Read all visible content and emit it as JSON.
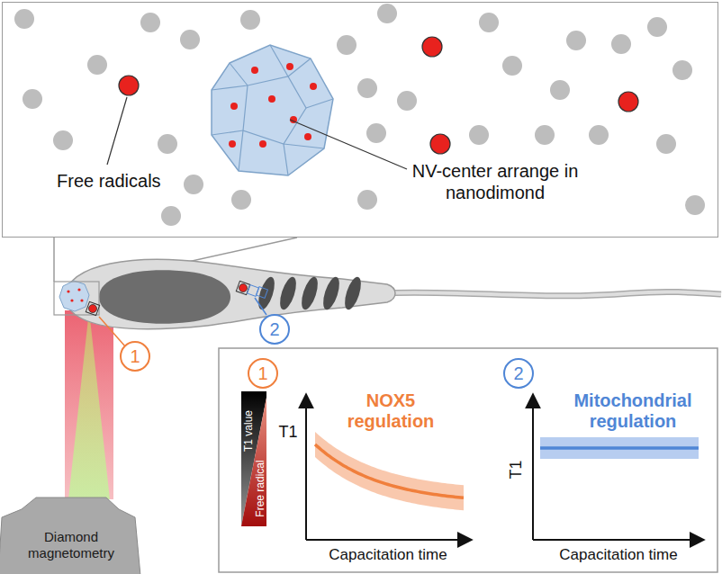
{
  "diagram": {
    "nodes": [
      {
        "text": [
          "Free radicals",
          "NV-center arrange in nanodimond"
        ]
      },
      {
        "text": [
          "1"
        ]
      },
      {
        "text": [
          "2"
        ]
      },
      {
        "text": [
          "Diamond magnetometry"
        ]
      },
      {
        "text": [
          "1"
        ]
      },
      {
        "text": [
          "T1 value",
          "Free radical"
        ]
      },
      {
        "text": [
          "2"
        ]
      }
    ],
    "labels": [
      "NOX5 regulation",
      "T1",
      "Capacitation time",
      "Mitochondrial regulation",
      "T1",
      "Capacitation time"
    ]
  }
}
